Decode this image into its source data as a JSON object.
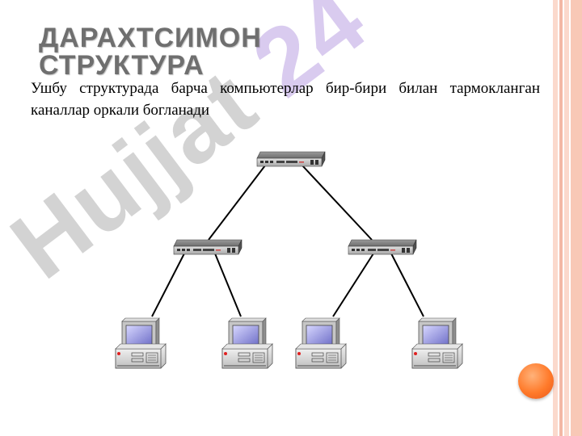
{
  "slide": {
    "title": "ДАРАХТСИМОН СТРУКТУРА",
    "body": "Ушбу структурада барча компьютерлар бир-бири билан тармокланган каналлар оркали богланади"
  },
  "watermark": {
    "text": "Hujjat",
    "number": "24"
  },
  "diagram": {
    "switches": [
      "top-switch",
      "left-switch",
      "right-switch"
    ],
    "computers": [
      "computer-1",
      "computer-2",
      "computer-3",
      "computer-4"
    ]
  },
  "colors": {
    "accent": "#ff7a2a",
    "stripe": "#f8c8b6",
    "title": "#6f6f6f"
  }
}
